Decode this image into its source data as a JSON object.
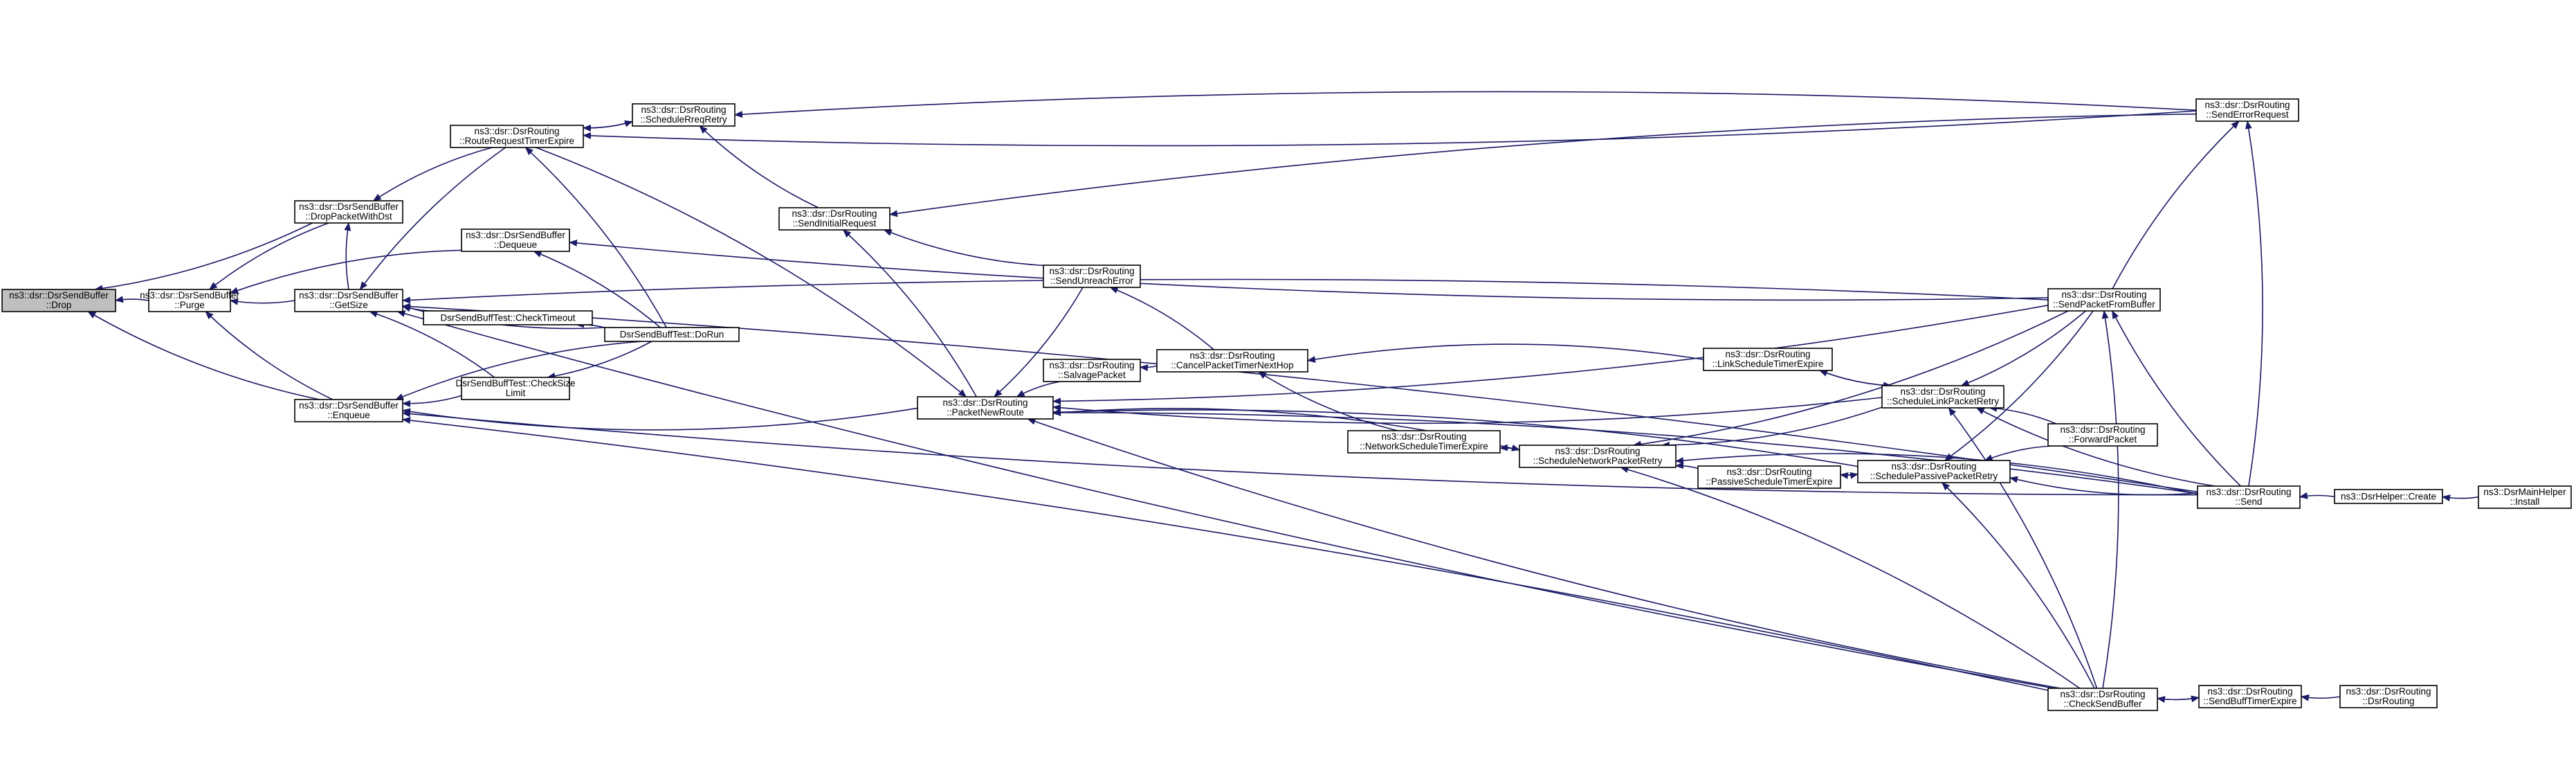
{
  "nodes": {
    "drop": [
      "ns3::dsr::DsrSendBuffer",
      "::Drop"
    ],
    "dropPacketWithDst": [
      "ns3::dsr::DsrSendBuffer",
      "::DropPacketWithDst"
    ],
    "purge": [
      "ns3::dsr::DsrSendBuffer",
      "::Purge"
    ],
    "enqueue": [
      "ns3::dsr::DsrSendBuffer",
      "::Enqueue"
    ],
    "getSize": [
      "ns3::dsr::DsrSendBuffer",
      "::GetSize"
    ],
    "routeRequestTimerExpire": [
      "ns3::dsr::DsrRouting",
      "::RouteRequestTimerExpire"
    ],
    "dequeue": [
      "ns3::dsr::DsrSendBuffer",
      "::Dequeue"
    ],
    "checkTimeout": [
      "DsrSendBuffTest::CheckTimeout"
    ],
    "checkSizeLimit": [
      "DsrSendBuffTest::CheckSize",
      "Limit"
    ],
    "doRun": [
      "DsrSendBuffTest::DoRun"
    ],
    "scheduleRreqRetry": [
      "ns3::dsr::DsrRouting",
      "::ScheduleRreqRetry"
    ],
    "sendInitialRequest": [
      "ns3::dsr::DsrRouting",
      "::SendInitialRequest"
    ],
    "packetNewRoute": [
      "ns3::dsr::DsrRouting",
      "::PacketNewRoute"
    ],
    "sendUnreachError": [
      "ns3::dsr::DsrRouting",
      "::SendUnreachError"
    ],
    "salvagePacket": [
      "ns3::dsr::DsrRouting",
      "::SalvagePacket"
    ],
    "cancelPacketTimerNextHop": [
      "ns3::dsr::DsrRouting",
      "::CancelPacketTimerNextHop"
    ],
    "networkScheduleTimerExpire": [
      "ns3::dsr::DsrRouting",
      "::NetworkScheduleTimerExpire"
    ],
    "scheduleNetworkPacketRetry": [
      "ns3::dsr::DsrRouting",
      "::ScheduleNetworkPacketRetry"
    ],
    "linkScheduleTimerExpire": [
      "ns3::dsr::DsrRouting",
      "::LinkScheduleTimerExpire"
    ],
    "passiveScheduleTimerExpire": [
      "ns3::dsr::DsrRouting",
      "::PassiveScheduleTimerExpire"
    ],
    "scheduleLinkPacketRetry": [
      "ns3::dsr::DsrRouting",
      "::ScheduleLinkPacketRetry"
    ],
    "schedulePassivePacketRetry": [
      "ns3::dsr::DsrRouting",
      "::SchedulePassivePacketRetry"
    ],
    "sendPacketFromBuffer": [
      "ns3::dsr::DsrRouting",
      "::SendPacketFromBuffer"
    ],
    "forwardPacket": [
      "ns3::dsr::DsrRouting",
      "::ForwardPacket"
    ],
    "checkSendBuffer": [
      "ns3::dsr::DsrRouting",
      "::CheckSendBuffer"
    ],
    "sendErrorRequest": [
      "ns3::dsr::DsrRouting",
      "::SendErrorRequest"
    ],
    "send": [
      "ns3::dsr::DsrRouting",
      "::Send"
    ],
    "sendBuffTimerExpire": [
      "ns3::dsr::DsrRouting",
      "::SendBuffTimerExpire"
    ],
    "dsrRouting": [
      "ns3::dsr::DsrRouting",
      "::DsrRouting"
    ],
    "dsrHelperCreate": [
      "ns3::DsrHelper::Create"
    ],
    "dsrMainHelperInstall": [
      "ns3::DsrMainHelper",
      "::Install"
    ]
  },
  "edges": [
    [
      "dropPacketWithDst",
      "drop"
    ],
    [
      "purge",
      "drop"
    ],
    [
      "enqueue",
      "drop"
    ],
    [
      "routeRequestTimerExpire",
      "dropPacketWithDst"
    ],
    [
      "getSize",
      "dropPacketWithDst"
    ],
    [
      "dropPacketWithDst",
      "purge"
    ],
    [
      "getSize",
      "purge"
    ],
    [
      "dequeue",
      "purge"
    ],
    [
      "enqueue",
      "purge"
    ],
    [
      "routeRequestTimerExpire",
      "getSize"
    ],
    [
      "checkTimeout",
      "getSize"
    ],
    [
      "checkSizeLimit",
      "getSize"
    ],
    [
      "doRun",
      "getSize"
    ],
    [
      "sendPacketFromBuffer",
      "getSize"
    ],
    [
      "checkSendBuffer",
      "getSize"
    ],
    [
      "send",
      "getSize"
    ],
    [
      "checkSizeLimit",
      "enqueue"
    ],
    [
      "doRun",
      "enqueue"
    ],
    [
      "packetNewRoute",
      "enqueue"
    ],
    [
      "checkSendBuffer",
      "enqueue"
    ],
    [
      "send",
      "enqueue"
    ],
    [
      "doRun",
      "dequeue"
    ],
    [
      "sendPacketFromBuffer",
      "dequeue"
    ],
    [
      "doRun",
      "routeRequestTimerExpire"
    ],
    [
      "scheduleRreqRetry",
      "routeRequestTimerExpire"
    ],
    [
      "routeRequestTimerExpire",
      "scheduleRreqRetry"
    ],
    [
      "sendErrorRequest",
      "routeRequestTimerExpire"
    ],
    [
      "doRun",
      "checkTimeout"
    ],
    [
      "doRun",
      "checkSizeLimit"
    ],
    [
      "sendErrorRequest",
      "scheduleRreqRetry"
    ],
    [
      "sendInitialRequest",
      "scheduleRreqRetry"
    ],
    [
      "packetNewRoute",
      "sendInitialRequest"
    ],
    [
      "sendUnreachError",
      "sendInitialRequest"
    ],
    [
      "sendErrorRequest",
      "sendInitialRequest"
    ],
    [
      "routeRequestTimerExpire",
      "packetNewRoute"
    ],
    [
      "salvagePacket",
      "packetNewRoute"
    ],
    [
      "sendUnreachError",
      "packetNewRoute"
    ],
    [
      "scheduleNetworkPacketRetry",
      "packetNewRoute"
    ],
    [
      "scheduleLinkPacketRetry",
      "packetNewRoute"
    ],
    [
      "schedulePassivePacketRetry",
      "packetNewRoute"
    ],
    [
      "sendPacketFromBuffer",
      "packetNewRoute"
    ],
    [
      "send",
      "packetNewRoute"
    ],
    [
      "checkSendBuffer",
      "packetNewRoute"
    ],
    [
      "cancelPacketTimerNextHop",
      "sendUnreachError"
    ],
    [
      "cancelPacketTimerNextHop",
      "salvagePacket"
    ],
    [
      "linkScheduleTimerExpire",
      "cancelPacketTimerNextHop"
    ],
    [
      "networkScheduleTimerExpire",
      "cancelPacketTimerNextHop"
    ],
    [
      "scheduleNetworkPacketRetry",
      "networkScheduleTimerExpire"
    ],
    [
      "networkScheduleTimerExpire",
      "scheduleNetworkPacketRetry"
    ],
    [
      "passiveScheduleTimerExpire",
      "scheduleNetworkPacketRetry"
    ],
    [
      "scheduleLinkPacketRetry",
      "scheduleNetworkPacketRetry"
    ],
    [
      "send",
      "scheduleNetworkPacketRetry"
    ],
    [
      "scheduleLinkPacketRetry",
      "linkScheduleTimerExpire"
    ],
    [
      "linkScheduleTimerExpire",
      "scheduleLinkPacketRetry"
    ],
    [
      "schedulePassivePacketRetry",
      "passiveScheduleTimerExpire"
    ],
    [
      "passiveScheduleTimerExpire",
      "schedulePassivePacketRetry"
    ],
    [
      "sendPacketFromBuffer",
      "scheduleLinkPacketRetry"
    ],
    [
      "forwardPacket",
      "scheduleLinkPacketRetry"
    ],
    [
      "send",
      "scheduleLinkPacketRetry"
    ],
    [
      "checkSendBuffer",
      "scheduleLinkPacketRetry"
    ],
    [
      "sendPacketFromBuffer",
      "schedulePassivePacketRetry"
    ],
    [
      "forwardPacket",
      "schedulePassivePacketRetry"
    ],
    [
      "send",
      "schedulePassivePacketRetry"
    ],
    [
      "checkSendBuffer",
      "schedulePassivePacketRetry"
    ],
    [
      "sendPacketFromBuffer",
      "scheduleNetworkPacketRetry"
    ],
    [
      "checkSendBuffer",
      "scheduleNetworkPacketRetry"
    ],
    [
      "sendPacketFromBuffer",
      "sendErrorRequest"
    ],
    [
      "send",
      "sendErrorRequest"
    ],
    [
      "send",
      "sendPacketFromBuffer"
    ],
    [
      "checkSendBuffer",
      "sendPacketFromBuffer"
    ],
    [
      "sendBuffTimerExpire",
      "checkSendBuffer"
    ],
    [
      "checkSendBuffer",
      "sendBuffTimerExpire"
    ],
    [
      "dsrRouting",
      "sendBuffTimerExpire"
    ],
    [
      "dsrHelperCreate",
      "send"
    ],
    [
      "dsrMainHelperInstall",
      "dsrHelperCreate"
    ]
  ]
}
